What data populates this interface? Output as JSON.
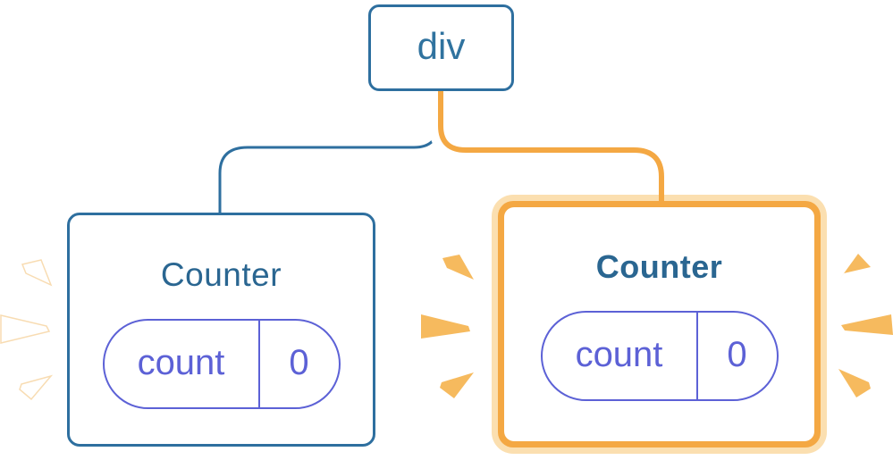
{
  "root_node": {
    "label": "div"
  },
  "left_counter": {
    "title": "Counter",
    "state_key": "count",
    "state_value": "0",
    "highlighted": false
  },
  "right_counter": {
    "title": "Counter",
    "state_key": "count",
    "state_value": "0",
    "highlighted": true
  },
  "icons": {
    "left_burst": "spark-burst-white",
    "middle_burst": "spark-burst-orange",
    "right_burst": "spark-burst-orange"
  },
  "colors": {
    "blue": "#2e6f9f",
    "title_blue": "#2a6691",
    "purple": "#5c61d6",
    "orange": "#f4a843",
    "pale_orange": "#fbdfb0",
    "spark_orange": "#f6ba5e",
    "white": "#ffffff"
  }
}
